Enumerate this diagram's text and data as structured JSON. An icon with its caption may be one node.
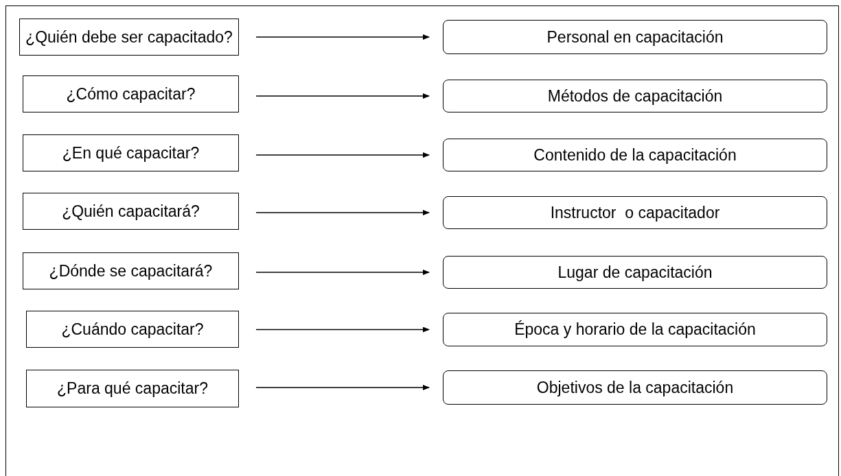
{
  "diagram": {
    "nodes": [
      {
        "text": [
          "¿Quién debe ser capacitado?"
        ]
      },
      {
        "text": [
          "Personal en capacitación"
        ]
      },
      {
        "text": [
          "¿Cómo capacitar?"
        ]
      },
      {
        "text": [
          "Métodos de capacitación"
        ]
      },
      {
        "text": [
          "¿En qué capacitar?"
        ]
      },
      {
        "text": [
          "Contenido de la capacitación"
        ]
      },
      {
        "text": [
          "¿Quién capacitará?"
        ]
      },
      {
        "text": [
          "Instructor  o capacitador"
        ]
      },
      {
        "text": [
          "¿Dónde se capacitará?"
        ]
      },
      {
        "text": [
          "Lugar de capacitación"
        ]
      },
      {
        "text": [
          "¿Cuándo capacitar?"
        ]
      },
      {
        "text": [
          "Época y horario de la capacitación"
        ]
      },
      {
        "text": [
          "¿Para qué capacitar?"
        ]
      },
      {
        "text": [
          "Objetivos de la capacitación"
        ]
      }
    ],
    "edges": [
      {
        "from": 0,
        "to": 1,
        "arrow": "to"
      },
      {
        "from": 2,
        "to": 3,
        "arrow": "to"
      },
      {
        "from": 4,
        "to": 5,
        "arrow": "to"
      },
      {
        "from": 6,
        "to": 7,
        "arrow": "to"
      },
      {
        "from": 8,
        "to": 9,
        "arrow": "to"
      },
      {
        "from": 10,
        "to": 11,
        "arrow": "to"
      },
      {
        "from": 12,
        "to": 13,
        "arrow": "to"
      }
    ]
  }
}
